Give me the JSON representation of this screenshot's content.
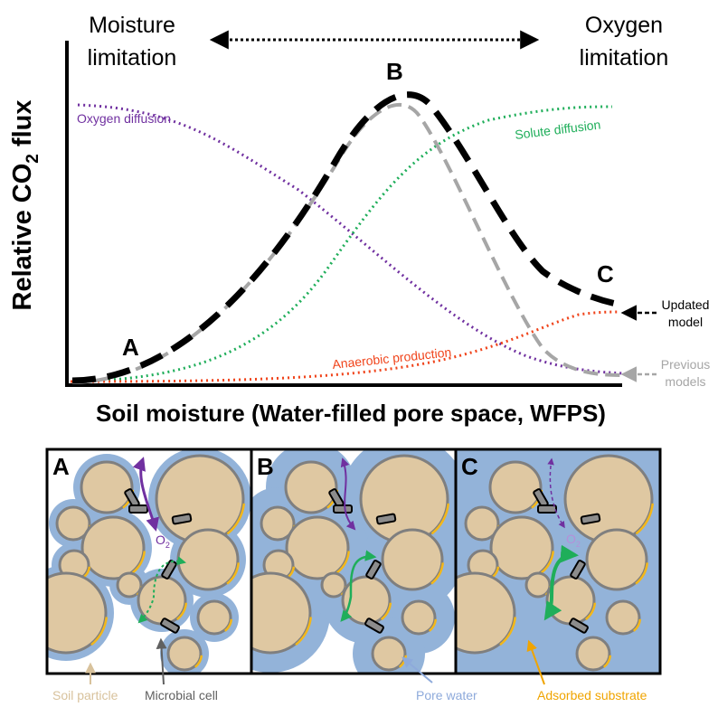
{
  "header": {
    "left_line1": "Moisture",
    "left_line2": "limitation",
    "right_line1": "Oxygen",
    "right_line2": "limitation"
  },
  "axes": {
    "ylabel_main": "Relative CO",
    "ylabel_sub": "2",
    "ylabel_end": " flux",
    "xlabel": "Soil moisture (Water-filled pore space, WFPS)"
  },
  "curves": {
    "oxygen": "Oxygen diffusion",
    "solute": "Solute diffusion",
    "anaerobic": "Anaerobic production"
  },
  "points": {
    "a": "A",
    "b": "B",
    "c": "C"
  },
  "annotations": {
    "updated_line1": "Updated",
    "updated_line2": "model",
    "previous_line1": "Previous",
    "previous_line2": "models"
  },
  "panels": {
    "a": "A",
    "b": "B",
    "c": "C"
  },
  "o2": {
    "main": "O",
    "sub": "2"
  },
  "legend": {
    "soil_particle": "Soil particle",
    "microbial_cell": "Microbial cell",
    "pore_water": "Pore water",
    "adsorbed_substrate": "Adsorbed substrate"
  },
  "colors": {
    "oxygen": "#7030a0",
    "solute": "#1fae5a",
    "anaerobic": "#f0441b",
    "previous": "#a6a6a6",
    "updated": "#000000",
    "particle_fill": "#dfc8a2",
    "particle_stroke": "#7f7f7f",
    "pore_water": "#93b3d9",
    "substrate": "#f3b71a",
    "soil_label": "#d8c29c",
    "microbe_label": "#606060",
    "pore_label": "#8eaadb",
    "substrate_label": "#f0a400"
  }
}
